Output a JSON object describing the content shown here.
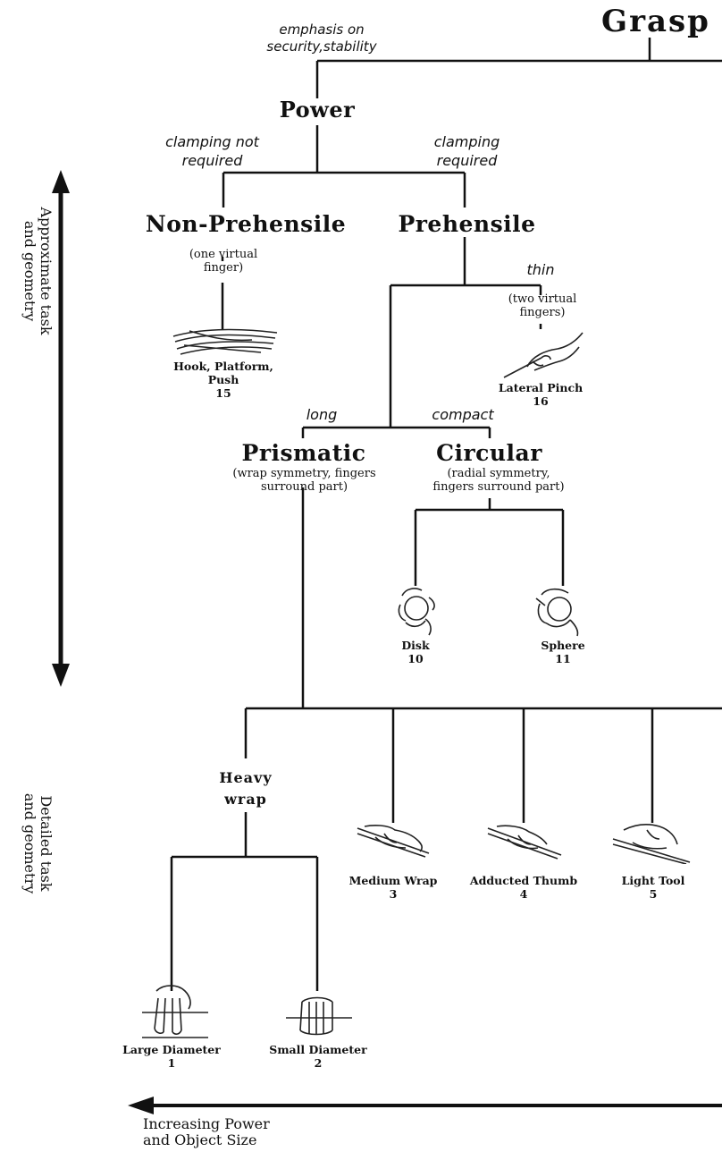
{
  "title": "Grasp",
  "branches": {
    "power_reason": [
      "emphasis on",
      "security,stability"
    ],
    "non_prehensile_reason": [
      "clamping not",
      "required"
    ],
    "prehensile_reason": [
      "clamping",
      "required"
    ],
    "thin": "thin",
    "long": "long",
    "compact": "compact"
  },
  "nodes": {
    "power": "Power",
    "non_prehensile": "Non-Prehensile",
    "non_prehensile_note": [
      "(one virtual",
      "finger)"
    ],
    "prehensile": "Prehensile",
    "two_virtual_note": [
      "(two virtual",
      "fingers)"
    ],
    "prismatic": "Prismatic",
    "prismatic_note": [
      "(wrap symmetry, fingers",
      "surround part)"
    ],
    "circular": "Circular",
    "circular_note": [
      "(radial symmetry,",
      "fingers surround part)"
    ],
    "heavy_wrap": [
      "Heavy",
      "wrap"
    ]
  },
  "grasps": [
    {
      "label": [
        "Hook, Platform,",
        "Push"
      ],
      "number": "15",
      "icon": "hook-platform-push-hand-icon"
    },
    {
      "label": [
        "Lateral Pinch"
      ],
      "number": "16",
      "icon": "lateral-pinch-hand-icon"
    },
    {
      "label": [
        "Disk"
      ],
      "number": "10",
      "icon": "disk-hand-icon"
    },
    {
      "label": [
        "Sphere"
      ],
      "number": "11",
      "icon": "sphere-hand-icon"
    },
    {
      "label": [
        "Medium Wrap"
      ],
      "number": "3",
      "icon": "medium-wrap-hand-icon"
    },
    {
      "label": [
        "Adducted Thumb"
      ],
      "number": "4",
      "icon": "adducted-thumb-hand-icon"
    },
    {
      "label": [
        "Light Tool"
      ],
      "number": "5",
      "icon": "light-tool-hand-icon"
    },
    {
      "label": [
        "Large Diameter"
      ],
      "number": "1",
      "icon": "large-diameter-hand-icon"
    },
    {
      "label": [
        "Small Diameter"
      ],
      "number": "2",
      "icon": "small-diameter-hand-icon"
    }
  ],
  "axes": {
    "vertical_top": [
      "Approximate task",
      "and geometry"
    ],
    "vertical_bottom": [
      "Detailed task",
      "and geometry"
    ],
    "horizontal": [
      "Increasing Power",
      "and Object Size"
    ]
  }
}
